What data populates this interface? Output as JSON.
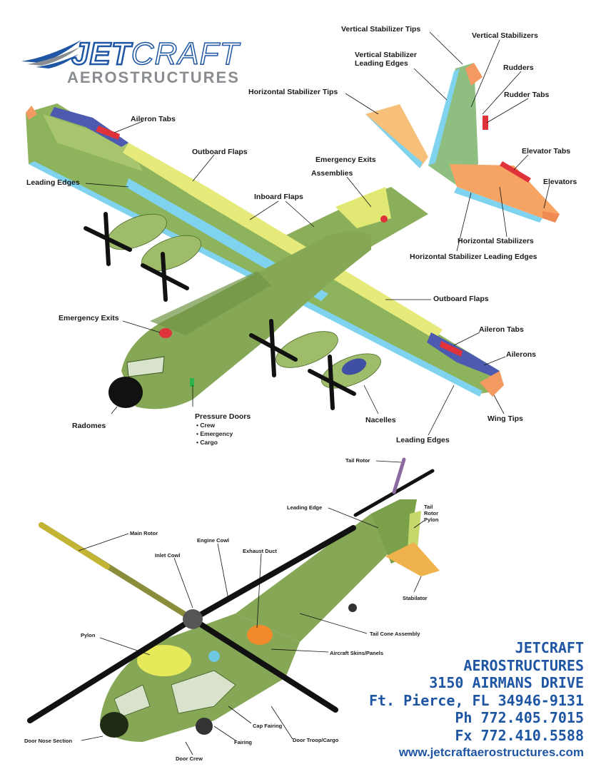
{
  "logo": {
    "jet": "JET",
    "craft": "CRAFT",
    "sub": "AEROSTRUCTURES"
  },
  "contact": {
    "line1": "JETCRAFT",
    "line2": "AEROSTRUCTURES",
    "line3": "3150 AIRMANS DRIVE",
    "line4": "Ft. Pierce, FL 34946-9131",
    "line5": "Ph 772.405.7015",
    "line6": "Fx 772.410.5588",
    "web": "www.jetcraftaerostructures.com"
  },
  "plane_labels": {
    "vst_tips": "Vertical Stabilizer Tips",
    "v_stabs": "Vertical Stabilizers",
    "vs_le_1": "Vertical Stabilizer",
    "vs_le_2": "Leading Edges",
    "rudders": "Rudders",
    "hst_tips": "Horizontal Stabilizer Tips",
    "rudder_tabs": "Rudder Tabs",
    "aileron_tabs_top": "Aileron Tabs",
    "outboard_flaps_top": "Outboard Flaps",
    "emergency_exits_top": "Emergency Exits",
    "assemblies": "Assemblies",
    "elevator_tabs": "Elevator Tabs",
    "elevators": "Elevators",
    "leading_edges_left": "Leading Edges",
    "inboard_flaps": "Inboard Flaps",
    "h_stabs": "Horizontal Stabilizers",
    "hs_le": "Horizontal Stabilizer Leading Edges",
    "outboard_flaps_right": "Outboard Flaps",
    "emergency_exits_left": "Emergency Exits",
    "aileron_tabs_right": "Aileron Tabs",
    "ailerons": "Ailerons",
    "radomes": "Radomes",
    "pressure_doors": "Pressure Doors",
    "pd_crew": "Crew",
    "pd_emergency": "Emergency",
    "pd_cargo": "Cargo",
    "nacelles": "Nacelles",
    "wing_tips": "Wing Tips",
    "leading_edges_bottom": "Leading Edges"
  },
  "heli_labels": {
    "tail_rotor": "Tail Rotor",
    "leading_edge": "Leading Edge",
    "trp_1": "Tail",
    "trp_2": "Rotor",
    "trp_3": "Pylon",
    "main_rotor": "Main Rotor",
    "engine_cowl": "Engine Cowl",
    "inlet_cowl": "Inlet Cowl",
    "exhaust_duct": "Exhaust Duct",
    "stabilator": "Stabilator",
    "tail_cone": "Tail Cone Assembly",
    "pylon": "Pylon",
    "skins": "Aircraft Skins/Panels",
    "cap_fairing": "Cap Fairing",
    "door_nose": "Door Nose Section",
    "fairing": "Fairing",
    "door_troop": "Door Troop/Cargo",
    "door_crew": "Door Crew"
  },
  "colors": {
    "brand_blue": "#1f56a3",
    "logo_gray": "#8a8d91",
    "olive": "#86a856",
    "dark_olive": "#5e7d3a",
    "flap_yellow": "#e6ea7a",
    "leading_edge_blue": "#7fd3ee",
    "tab_red": "#e0323a",
    "aileron_blue": "#4c5bb0",
    "tip_orange": "#f39a63",
    "radome_black": "#111111"
  }
}
